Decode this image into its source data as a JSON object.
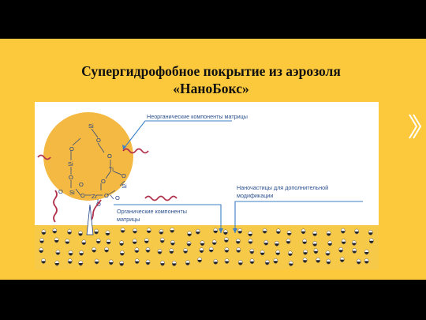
{
  "slide": {
    "title_line1": "Супергидрофобное покрытие из аэрозоля",
    "title_line2": "«НаноБокс»"
  },
  "figure": {
    "label_inorganic": "Неорганические компоненты матрицы",
    "label_organic_1": "Органические компоненты",
    "label_organic_2": "матрицы",
    "label_nano_1": "Наночастицы для дополнительной",
    "label_nano_2": "модификации",
    "atoms": {
      "si": "Si",
      "o": "O",
      "ti": "Ti",
      "zr": "Zr"
    }
  },
  "colors": {
    "frame": "#000000",
    "slide_bg": "#fcc83c",
    "sphere": "#f4b942",
    "wave": "#b2324c",
    "label_text": "#2a4f8e",
    "arrow": "#3b7fc6"
  }
}
